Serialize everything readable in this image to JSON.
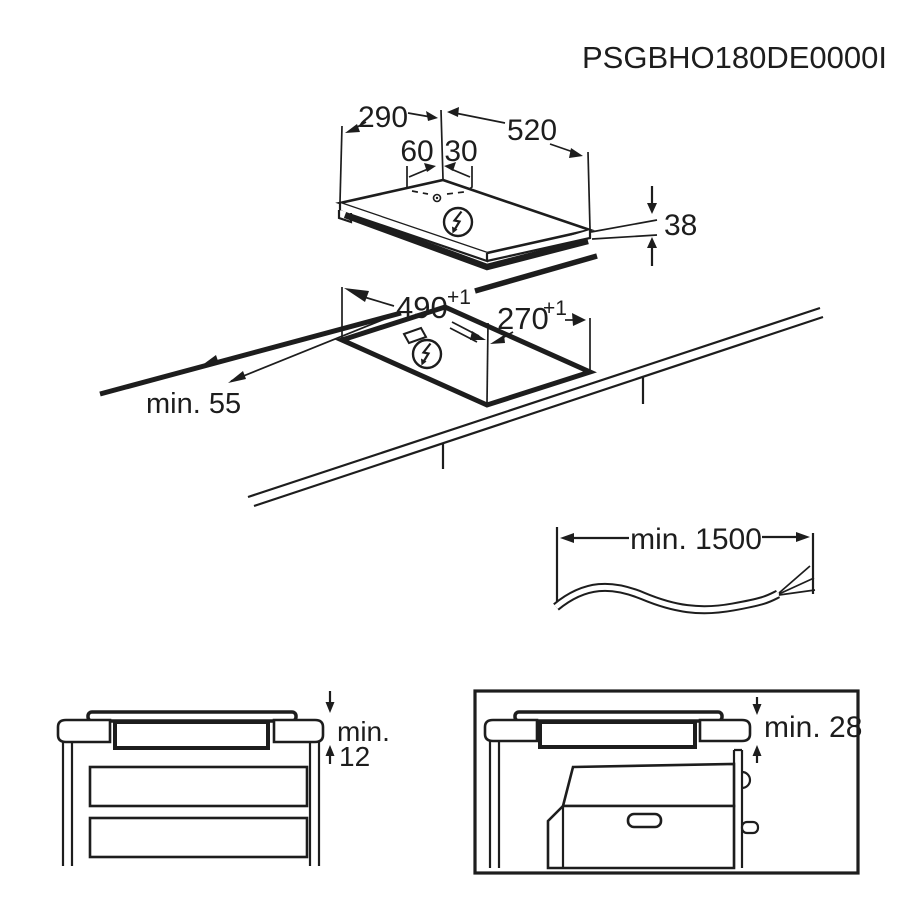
{
  "title": "PSGBHO180DE0000I",
  "colors": {
    "ink": "#1d1d1d",
    "background": "#ffffff"
  },
  "icons": {
    "power_connection": "lightning-in-circle"
  },
  "hob_view": {
    "width": "290",
    "depth": "520",
    "cable_offset_a": "60",
    "cable_offset_b": "30",
    "thickness": "38"
  },
  "cutout_view": {
    "length": "490",
    "length_tolerance": "+1",
    "width": "270",
    "width_tolerance": "+1",
    "edge_distance": "min. 55"
  },
  "cable_view": {
    "min_length": "min. 1500"
  },
  "drawer_view": {
    "clearance_label": "min.",
    "clearance_value": "12"
  },
  "oven_view": {
    "clearance": "min. 28"
  }
}
